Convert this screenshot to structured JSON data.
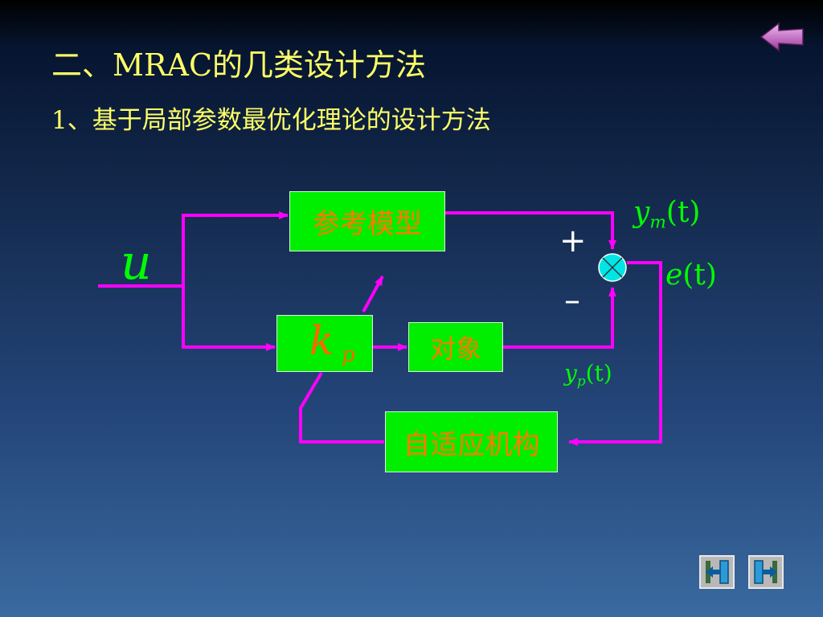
{
  "slide": {
    "title": "二、MRAC的几类设计方法",
    "subtitle": "1、基于局部参数最优化理论的设计方法"
  },
  "diagram": {
    "blocks": {
      "reference_model": "参考模型",
      "plant": "对象",
      "adaptive_mechanism": "自适应机构",
      "gain_k": "k",
      "gain_sub": "p"
    },
    "signals": {
      "input": "u",
      "ym_main": "y",
      "ym_sub": "m",
      "ym_arg": "(t)",
      "e_main": "e",
      "e_arg": "(t)",
      "yp_main": "y",
      "yp_sub": "p",
      "yp_arg": "(t)",
      "plus": "+",
      "minus": "–"
    },
    "colors": {
      "wire": "#ff00ff",
      "block_fill": "#00ee00",
      "block_text": "#ff7a00",
      "signal_text": "#00ff00",
      "title_text": "#ffff66",
      "summer_fill": "#00e5e5"
    }
  },
  "navigation": {
    "back_icon": "back-arrow-icon",
    "prev_icon": "door-exit-left-icon",
    "next_icon": "door-exit-right-icon"
  }
}
